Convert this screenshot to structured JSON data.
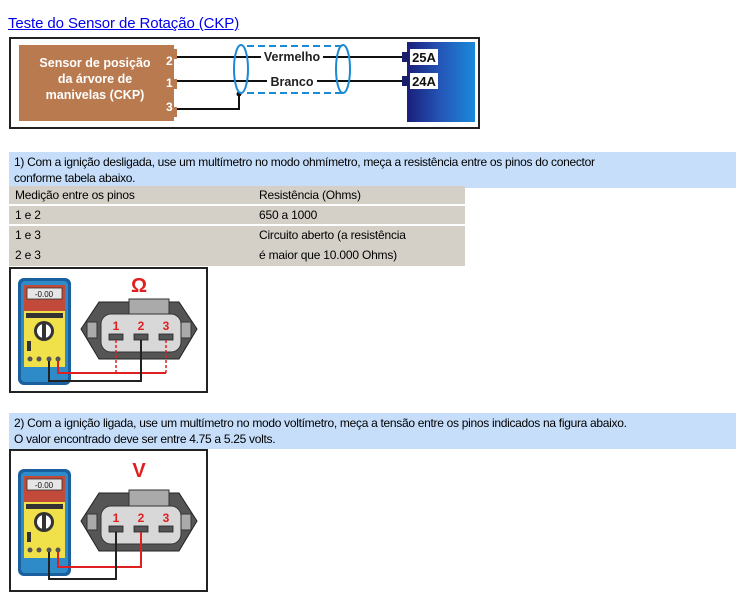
{
  "page": {
    "title_link": "Teste do Sensor de Rotação (CKP)"
  },
  "wiring_diagram": {
    "sensor_label_lines": [
      "Sensor de posição",
      "da árvore de",
      "manivelas (CKP)"
    ],
    "sensor_pins": [
      "2",
      "1",
      "3"
    ],
    "wires": [
      {
        "label": "Vermelho",
        "ecu_pin": "25A"
      },
      {
        "label": "Branco",
        "ecu_pin": "24A"
      }
    ],
    "colors": {
      "sensor_body": "#b97a4f",
      "shield": "#1a8ad4",
      "ecu": "#1e2f8a"
    }
  },
  "step1": {
    "text_line1": "1) Com a ignição desligada, use um multímetro no modo ohmímetro, meça a resistência entre os pinos do conector",
    "text_line2": "conforme tabela abaixo.",
    "table": {
      "headers": [
        "Medição entre os pinos",
        "Resistência (Ohms)"
      ],
      "rows": [
        {
          "pins": "1 e 2",
          "value": "650 a 1000"
        },
        {
          "pins": [
            "1 e 3",
            "2 e 3"
          ],
          "value": [
            "Circuito aberto (a resistência",
            "é maior que 10.000 Ohms)"
          ]
        }
      ]
    },
    "figure": {
      "mode_symbol": "Ω",
      "meter_display": "-0.00",
      "connector_pins": [
        "1",
        "2",
        "3"
      ]
    }
  },
  "step2": {
    "text_line1": "2) Com a ignição ligada, use um multímetro no modo voltímetro, meça a tensão entre os pinos indicados na figura abaixo.",
    "text_line2": "O valor encontrado deve ser entre 4.75 a 5.25 volts.",
    "figure": {
      "mode_symbol": "V",
      "meter_display": "-0.00",
      "connector_pins": [
        "1",
        "2",
        "3"
      ]
    }
  },
  "colors": {
    "link": "#0000ee",
    "note_bg": "#c6defa",
    "table_bg": "#d4d0c8",
    "probe_red": "#e02020"
  }
}
